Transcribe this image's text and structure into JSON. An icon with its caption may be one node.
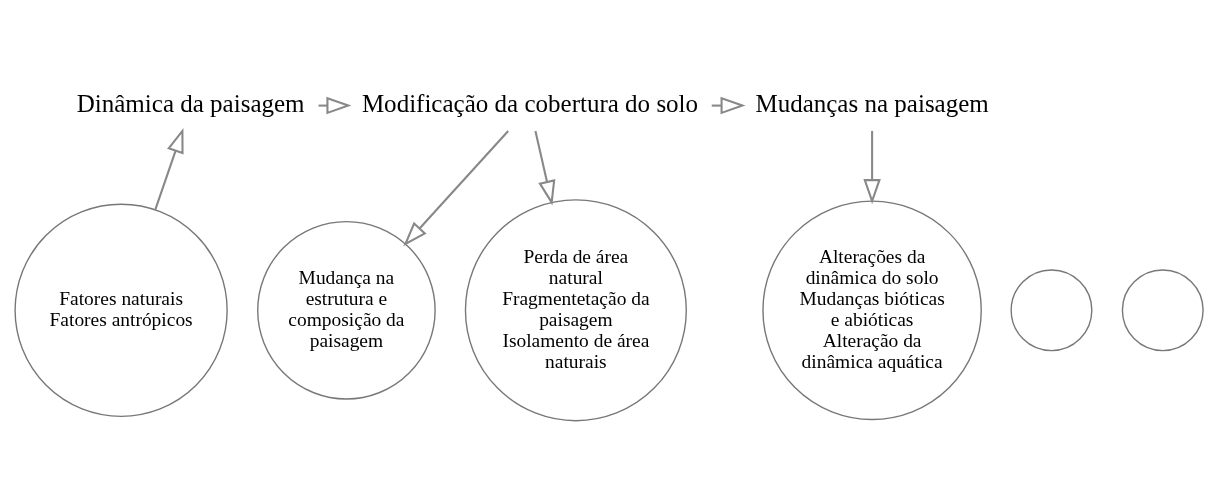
{
  "diagram": {
    "nodes": [
      {
        "text": [
          "Dinâmica da paisagem"
        ]
      },
      {
        "text": [
          "Modificação da cobertura do solo"
        ]
      },
      {
        "text": [
          "Mudanças na paisagem"
        ]
      },
      {
        "text": [],
        "shape": "circle"
      },
      {
        "text": [
          "Fatores naturais",
          "Fatores antrópicos"
        ]
      },
      {
        "text": [],
        "shape": "circle"
      },
      {
        "text": [
          "Mudança na estrutura e composição da paisagem"
        ]
      },
      {
        "text": [
          "Perda de área natural",
          "Fragmentetação da paisagem",
          "Isolamento de área naturais"
        ]
      },
      {
        "text": [
          "Alterações da dinâmica do solo",
          "Mudanças bióticas e abióticas",
          "Alteração da dinâmica aquática"
        ]
      }
    ],
    "edges": [
      {
        "from": 0,
        "to": 1,
        "arrow": "to"
      },
      {
        "from": 1,
        "to": 2,
        "arrow": "to"
      },
      {
        "from": 4,
        "to": 0,
        "arrow": "to"
      },
      {
        "from": 1,
        "to": 6,
        "arrow": "to"
      },
      {
        "from": 1,
        "to": 7,
        "arrow": "to"
      },
      {
        "from": 2,
        "to": 8,
        "arrow": "to"
      }
    ]
  }
}
